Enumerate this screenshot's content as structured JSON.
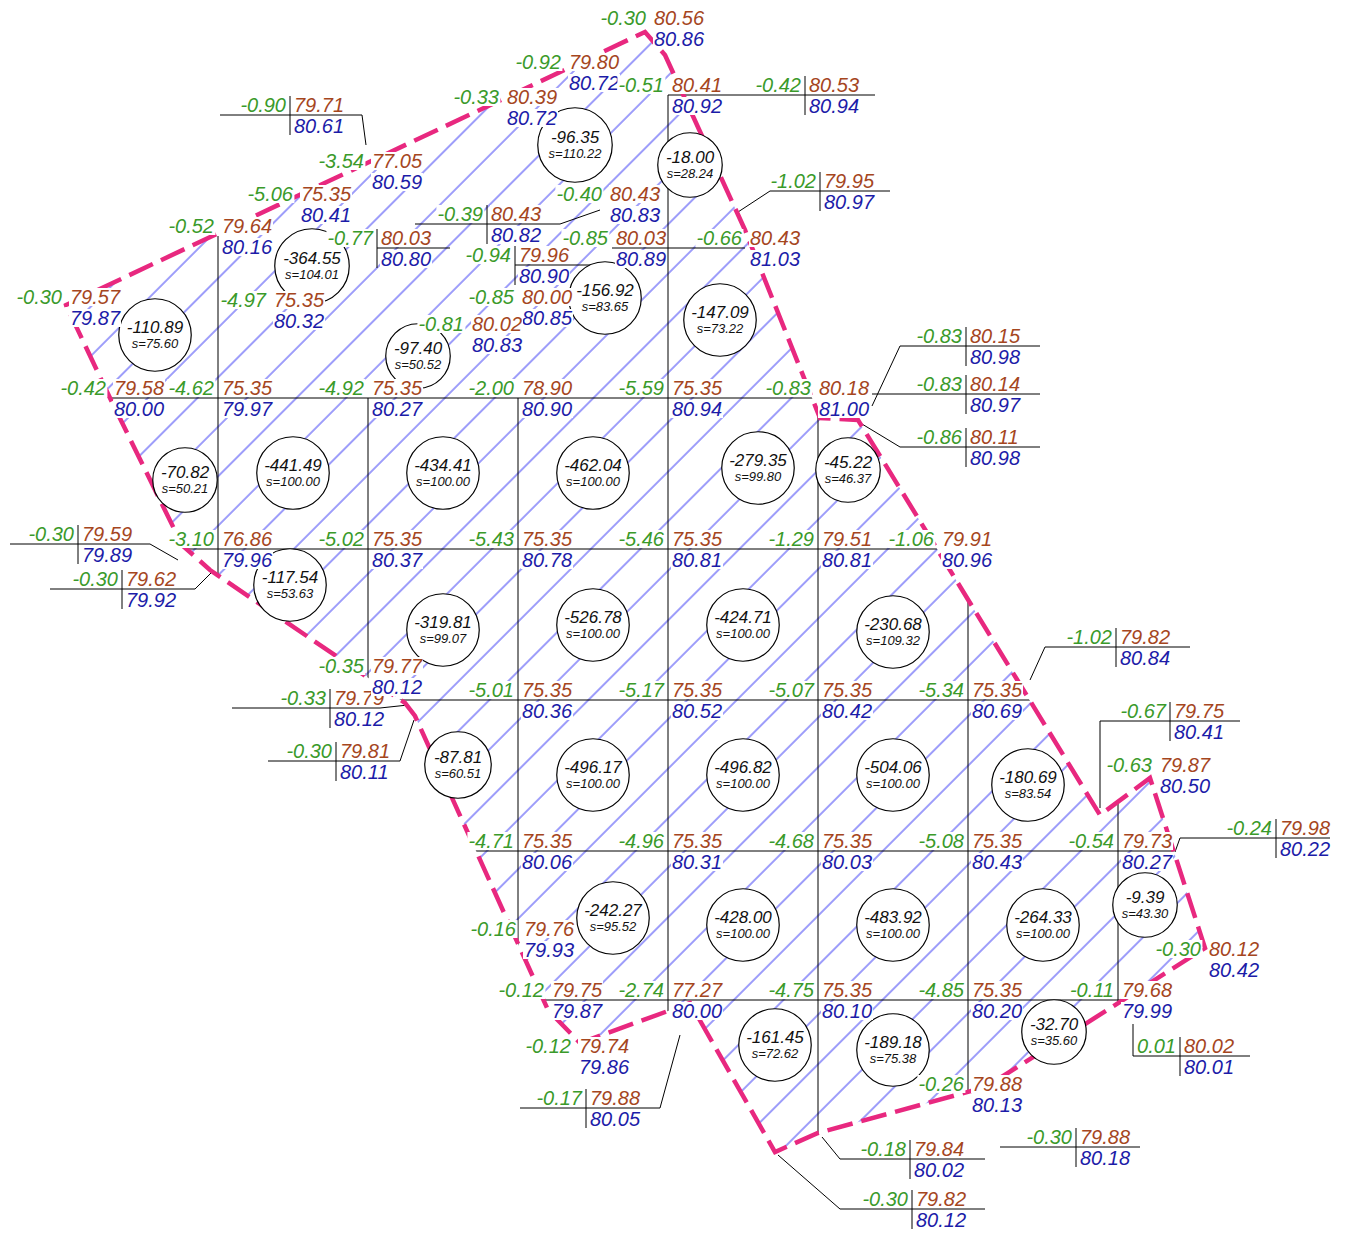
{
  "diagram": {
    "nodes": [
      {
        "text": [
          "-96.35",
          "s=110.22"
        ]
      },
      {
        "text": [
          "-18.00",
          "s=28.24"
        ]
      },
      {
        "text": [
          "-364.55",
          "s=104.01"
        ]
      },
      {
        "text": [
          "-110.89",
          "s=75.60"
        ]
      },
      {
        "text": [
          "-97.40",
          "s=50.52"
        ]
      },
      {
        "text": [
          "-156.92",
          "s=83.65"
        ]
      },
      {
        "text": [
          "-147.09",
          "s=73.22"
        ]
      },
      {
        "text": [
          "-70.82",
          "s=50.21"
        ]
      },
      {
        "text": [
          "-441.49",
          "s=100.00"
        ]
      },
      {
        "text": [
          "-434.41",
          "s=100.00"
        ]
      },
      {
        "text": [
          "-462.04",
          "s=100.00"
        ]
      },
      {
        "text": [
          "-279.35",
          "s=99.80"
        ]
      },
      {
        "text": [
          "-45.22",
          "s=46.37"
        ]
      },
      {
        "text": [
          "-117.54",
          "s=53.63"
        ]
      },
      {
        "text": [
          "-319.81",
          "s=99.07"
        ]
      },
      {
        "text": [
          "-526.78",
          "s=100.00"
        ]
      },
      {
        "text": [
          "-424.71",
          "s=100.00"
        ]
      },
      {
        "text": [
          "-230.68",
          "s=109.32"
        ]
      },
      {
        "text": [
          "-87.81",
          "s=60.51"
        ]
      },
      {
        "text": [
          "-496.17",
          "s=100.00"
        ]
      },
      {
        "text": [
          "-496.82",
          "s=100.00"
        ]
      },
      {
        "text": [
          "-504.06",
          "s=100.00"
        ]
      },
      {
        "text": [
          "-180.69",
          "s=83.54"
        ]
      },
      {
        "text": [
          "-242.27",
          "s=95.52"
        ]
      },
      {
        "text": [
          "-428.00",
          "s=100.00"
        ]
      },
      {
        "text": [
          "-483.92",
          "s=100.00"
        ]
      },
      {
        "text": [
          "-264.33",
          "s=100.00"
        ]
      },
      {
        "text": [
          "-9.39",
          "s=43.30"
        ]
      },
      {
        "text": [
          "-161.45",
          "s=72.62"
        ]
      },
      {
        "text": [
          "-189.18",
          "s=75.38"
        ]
      },
      {
        "text": [
          "-32.70",
          "s=35.60"
        ]
      }
    ],
    "labels": [
      "-0.30",
      "80.56",
      "80.86",
      "-0.92",
      "79.80",
      "80.72",
      "-0.90",
      "79.71",
      "80.61",
      "-0.33",
      "80.39",
      "80.72",
      "-0.51",
      "80.41",
      "80.92",
      "-0.42",
      "80.53",
      "80.94",
      "-3.54",
      "77.05",
      "80.59",
      "-5.06",
      "75.35",
      "80.41",
      "-0.40",
      "80.43",
      "80.83",
      "-1.02",
      "79.95",
      "80.97",
      "-0.39",
      "80.43",
      "80.82",
      "-0.52",
      "79.64",
      "80.16",
      "-0.77",
      "80.03",
      "80.80",
      "-0.85",
      "80.03",
      "80.89",
      "-0.66",
      "80.43",
      "81.03",
      "-0.94",
      "79.96",
      "80.90",
      "-0.30",
      "79.57",
      "79.87",
      "-0.85",
      "80.00",
      "80.85",
      "-4.97",
      "75.35",
      "80.32",
      "-0.81",
      "80.02",
      "80.83",
      "-0.83",
      "80.15",
      "80.98",
      "-0.42",
      "79.58",
      "80.00",
      "-4.62",
      "75.35",
      "79.97",
      "-4.92",
      "75.35",
      "80.27",
      "-2.00",
      "78.90",
      "80.90",
      "-5.59",
      "75.35",
      "80.94",
      "-0.83",
      "80.18",
      "81.00",
      "-0.83",
      "80.14",
      "80.97",
      "-0.86",
      "80.11",
      "80.98",
      "-0.30",
      "79.59",
      "79.89",
      "-3.10",
      "76.86",
      "79.96",
      "-5.02",
      "75.35",
      "80.37",
      "-5.43",
      "75.35",
      "80.78",
      "-5.46",
      "75.35",
      "80.81",
      "-1.29",
      "79.51",
      "80.81",
      "-1.06",
      "79.91",
      "80.96",
      "-0.30",
      "79.62",
      "79.92",
      "-1.02",
      "79.82",
      "80.84",
      "-0.33",
      "79.79",
      "80.12",
      "-0.35",
      "79.77",
      "80.12",
      "-5.01",
      "75.35",
      "80.36",
      "-5.17",
      "75.35",
      "80.52",
      "-5.07",
      "75.35",
      "80.42",
      "-5.34",
      "75.35",
      "80.69",
      "-0.67",
      "79.75",
      "80.41",
      "-0.30",
      "79.81",
      "80.11",
      "-0.63",
      "79.87",
      "80.50",
      "-4.71",
      "75.35",
      "80.06",
      "-4.96",
      "75.35",
      "80.31",
      "-4.68",
      "75.35",
      "80.03",
      "-5.08",
      "75.35",
      "80.43",
      "-0.54",
      "79.73",
      "80.27",
      "-0.24",
      "79.98",
      "80.22",
      "-0.16",
      "79.76",
      "79.93",
      "-0.30",
      "80.12",
      "80.42",
      "-0.12",
      "79.75",
      "79.87",
      "-2.74",
      "77.27",
      "80.00",
      "-4.75",
      "75.35",
      "80.10",
      "-4.85",
      "75.35",
      "80.20",
      "-0.11",
      "79.68",
      "79.99",
      "0.01",
      "80.02",
      "80.01",
      "-0.12",
      "79.74",
      "79.86",
      "-0.26",
      "79.88",
      "80.13",
      "-0.17",
      "79.88",
      "80.05",
      "-0.30",
      "79.88",
      "80.18",
      "-0.18",
      "79.84",
      "80.02",
      "-0.30",
      "79.82",
      "80.12"
    ]
  }
}
